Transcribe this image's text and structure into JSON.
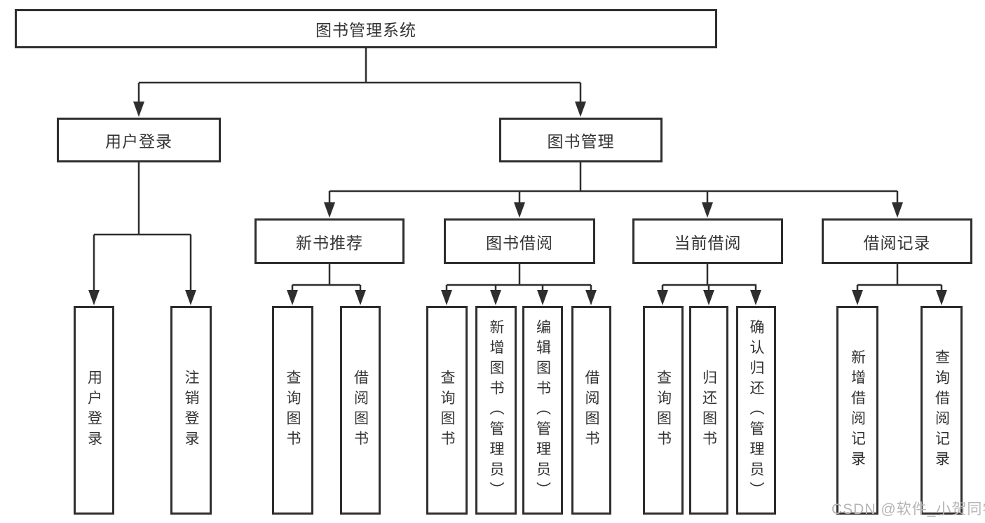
{
  "diagram": {
    "title": "图书管理系统",
    "nodes": {
      "root": "图书管理系统",
      "level2": [
        "用户登录",
        "图书管理"
      ],
      "level3": [
        "新书推荐",
        "图书借阅",
        "当前借阅",
        "借阅记录"
      ],
      "leaves": [
        "用户登录",
        "注销登录",
        "查询图书",
        "借阅图书",
        "查询图书",
        "新增图书（管理员）",
        "编辑图书（管理员）",
        "借阅图书",
        "查询图书",
        "归还图书",
        "确认归还（管理员）",
        "新增借阅记录",
        "查询借阅记录"
      ]
    },
    "hierarchy": {
      "图书管理系统": [
        "用户登录",
        "图书管理"
      ],
      "用户登录": [
        "用户登录",
        "注销登录"
      ],
      "图书管理": [
        "新书推荐",
        "图书借阅",
        "当前借阅",
        "借阅记录"
      ],
      "新书推荐": [
        "查询图书",
        "借阅图书"
      ],
      "图书借阅": [
        "查询图书",
        "新增图书（管理员）",
        "编辑图书（管理员）",
        "借阅图书"
      ],
      "当前借阅": [
        "查询图书",
        "归还图书",
        "确认归还（管理员）"
      ],
      "借阅记录": [
        "新增借阅记录",
        "查询借阅记录"
      ]
    },
    "colors": {
      "line": "#2e2e2e",
      "box_border": "#2e2e2e",
      "text": "#333333",
      "background": "#ffffff",
      "watermark": "#b5b5b5"
    }
  },
  "watermark": {
    "text": "CSDN @软件_小贺同学"
  }
}
